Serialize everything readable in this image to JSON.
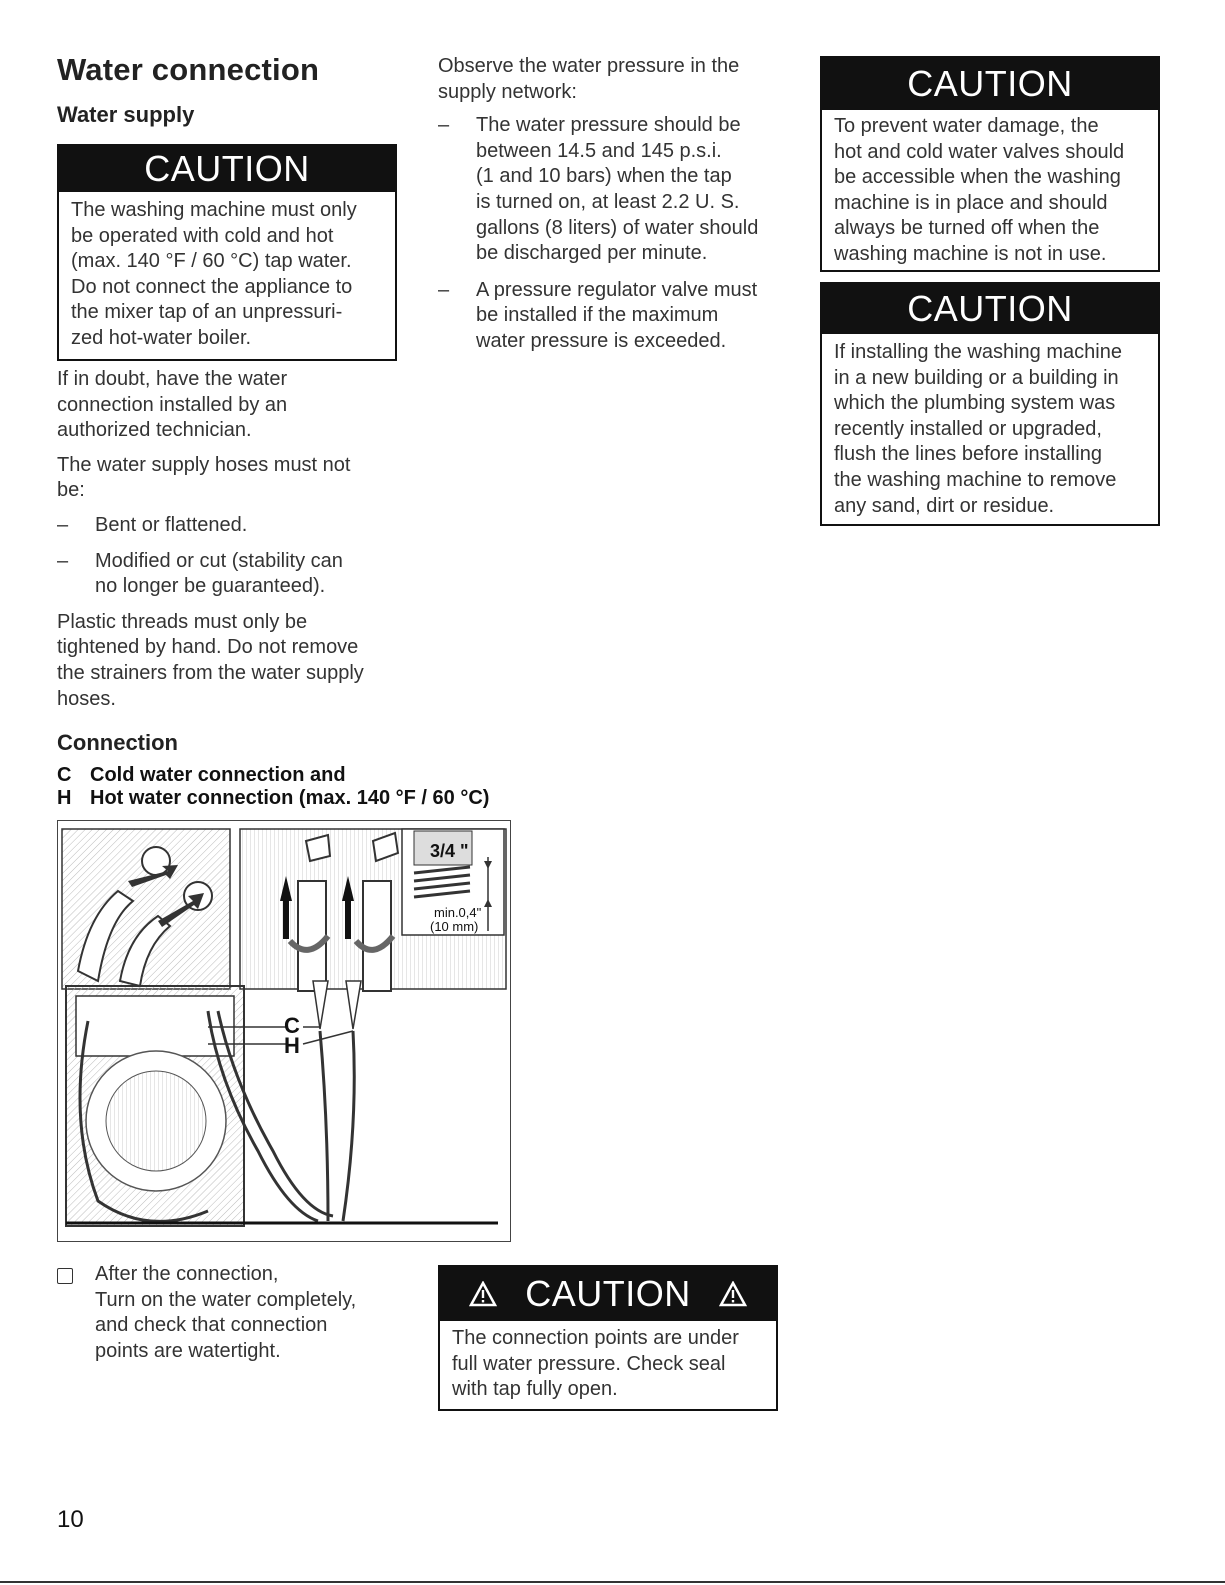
{
  "page": {
    "title": "Water connection",
    "subtitle": "Water supply",
    "page_number": "10"
  },
  "left": {
    "caution1": {
      "heading": "CAUTION",
      "lines": [
        "The washing machine must only",
        "be operated with cold and hot",
        "(max. 140 °F / 60 °C) tap water.",
        "Do not connect the appliance to",
        "the mixer tap of an unpressuri-",
        "zed hot-water boiler."
      ]
    },
    "para1": [
      "If in doubt, have the water",
      "connection installed by an",
      "authorized technician."
    ],
    "para2": [
      "The water supply hoses must not",
      "be:"
    ],
    "dash1": "Bent or flattened.",
    "dash2": [
      "Modified or cut (stability can",
      "no longer be guaranteed)."
    ],
    "para3": [
      "Plastic threads must only be",
      "tightened by hand. Do not remove",
      "the strainers from the water supply",
      "hoses."
    ],
    "connection_heading": "Connection",
    "label_c_letter": "C",
    "label_c_text": "Cold water connection and",
    "label_h_letter": "H",
    "label_h_text": "Hot water connection (max. 140 °F / 60 °C)",
    "figure": {
      "fraction": "3/4 \"",
      "min_label": "min.0,4\"",
      "mm_label": "(10 mm)",
      "c": "C",
      "h": "H"
    },
    "step": [
      "After the connection,",
      "Turn on the water completely,",
      "and check that connection",
      "points are watertight."
    ]
  },
  "middle": {
    "intro": [
      "Observe the water pressure in the",
      "supply network:"
    ],
    "dash1": [
      "The water pressure should be",
      "between 14.5 and 145 p.s.i.",
      "(1 and 10 bars) when the tap",
      "is turned on, at least 2.2 U. S.",
      "gallons (8 liters) of water should",
      "be discharged per minute."
    ],
    "dash2": [
      "A pressure regulator valve must",
      "be installed if the maximum",
      "water pressure is exceeded."
    ],
    "caution4": {
      "heading": "CAUTION",
      "lines": [
        "The connection points are under",
        "full water pressure. Check seal",
        "with tap fully open."
      ]
    }
  },
  "right": {
    "caution2": {
      "heading": "CAUTION",
      "lines": [
        "To prevent water damage, the",
        "hot and cold water valves should",
        "be accessible when the washing",
        "machine is in place and should",
        "always be turned off when the",
        "washing machine is not in use."
      ]
    },
    "caution3": {
      "heading": "CAUTION",
      "lines": [
        "If installing the washing machine",
        "in a new building or a building in",
        "which the plumbing system was",
        "recently installed or upgraded,",
        "flush the lines before installing",
        "the washing machine to remove",
        "any sand, dirt or residue."
      ]
    }
  }
}
